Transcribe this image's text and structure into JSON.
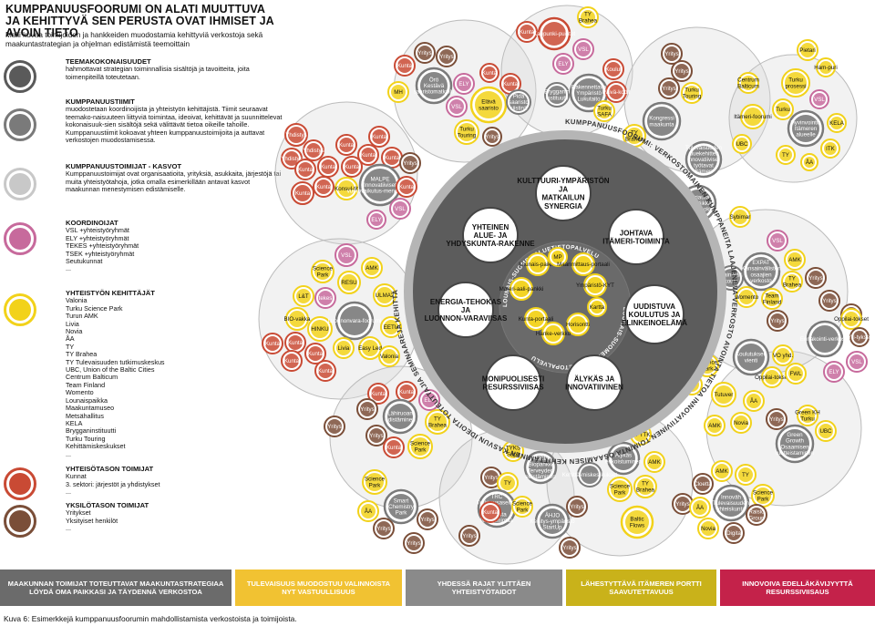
{
  "title": "KUMPPANUUSFOORUMI ON ALATI MUUTTUVA JA KEHITTYVÄ SEN PERUSTA OVAT IHMISET JA AVOIN TIETO",
  "intro": "Malli kuvaa toimijoiden ja hankkeiden muodostamia kehittyviä verkostoja sekä maakuntastrategian ja ohjelman edistämistä teemoittain",
  "legend": [
    {
      "heading": "TEEMAKOKONAISUUDET",
      "lines": [
        "hahmottavat strategian toiminnallisia sisältöjä ja tavoitteita, joita toimenpiteillä toteutetaan."
      ],
      "color": "#5a5a5a"
    },
    {
      "heading": "KUMPPANUUSTIIMIT",
      "lines": [
        "muodostetaan koordinoijista ja yhteistyön kehittäjistä. Tiimit seuraavat teemako-naisuuteen liittyviä toimintaa, ideoivat, kehittävät ja suunnittelevat kokonaisuuk-sien sisältöjä sekä välittävät tietoa oikeille tahoille. Kumppanuustiimit kokoavat yhteen kumppanuustoimijoita ja auttavat verkostojen muodostamisessa."
      ],
      "color": "#7a7a7a"
    },
    {
      "heading": "KUMPPANUUSTOIMIJAT - KASVOT",
      "lines": [
        "Kumppanuustoimijat ovat organisaatioita, yrityksiä, asukkaita, järjestöjä tai muita yhteistyötahoja, jotka omalla esimerkillään antavat kasvot maakunnan menestymisen edistämiselle."
      ],
      "color": "#c8c8c8"
    },
    {
      "heading": "KOORDINOIJAT",
      "lines": [
        "VSL +yhteistyöryhmät",
        "ELY +yhteistyöryhmät",
        "TEKES +yhteistyöryhmät",
        "TSEK +yhteistyöryhmät",
        "Seutukunnat",
        "..."
      ],
      "color": "#c76a9c"
    },
    {
      "heading": "YHTEISTYÖN KEHITTÄJÄT",
      "lines": [
        "Valonia",
        "Turku Science Park",
        "Turun AMK",
        "Livia",
        "Novia",
        "ÅA",
        "TY",
        "TY Brahea",
        "TY Tulevaisuuden tutkimuskeskus",
        "UBC, Union of the Baltic Cities",
        "Centrum Balticum",
        "Team Finland",
        "Womento",
        "Lounaispaikka",
        "Maakuntamuseo",
        "Metsähallitus",
        "KELA",
        "Brygganinstituutti",
        "Turku Touring",
        "Kehittämiskeskukset",
        "..."
      ],
      "color": "#f2d21a"
    },
    {
      "heading": "YHTEISÖTASON TOIMIJAT",
      "lines": [
        "Kunnat",
        "3. sektori: järjestöt ja yhdistykset",
        "..."
      ],
      "color": "#c94a34"
    },
    {
      "heading": "YKSILÖTASON TOIMIJAT",
      "lines": [
        "Yritykset",
        "Yksityiset henkilöt",
        "..."
      ],
      "color": "#7a4e38"
    }
  ],
  "hub": {
    "ring_label": "KUMPPANUUSFOORUMI:",
    "ring_words": [
      "VERKOSTOMAINEN",
      "KUMPPANEITA",
      "LAAJENEVA VERKOSTO",
      "AVOINTA TIETOA",
      "INNOVATIIVINEN",
      "TOIMINTA",
      "OSAAMISEN",
      "KEHITTÄMINEN",
      "KASVUN",
      "IDEOITA",
      "TOTEUTTAJIA",
      "SEMINAAREJA",
      "KEHITTÄMISHANKKEITA",
      "NÄKEMYKSIÄ",
      "VERKOSTOPALVELUA"
    ],
    "inner_ring": "LOUNAIS-SUOMEN ALUETIETOPALVELU",
    "themes": [
      "KULTTUURI-YMPÄRISTÖN JA MATKAILUN SYNERGIA",
      "JOHTAVA ITÄMERI-TOIMINTA",
      "UUDISTUVA KOULUTUS JA ELINKEINOELÄMÄ",
      "ÄLYKÄS JA INNOVATIIVINEN",
      "MONIPUOLISESTI RESURSSIVIISAS",
      "ENERGIA-TEHOKAS JA LUONNON-VARAVIISAS",
      "YHTEINEN ALUE- JA YHDYSKUNTA-RAKENNE"
    ],
    "inner_nodes": [
      "Lounais-paikka",
      "MP",
      "Maanmittaus-portaali",
      "Ympäristö-KYT",
      "Kartta",
      "Horisontti",
      "Hanke-verkko",
      "Kunta-portaali",
      "Materi-aali-pankki"
    ]
  },
  "bubbles": {
    "top_left": [
      "Yritys",
      "Yritys",
      "Kunta",
      "MH",
      "Örö Kestävä saaristomatkailu",
      "ELY",
      "Kunta",
      "Kunta",
      "VSL",
      "Elävä saaristo",
      "Pidä saaristo siistinä",
      "Turku Touring",
      "Yritys"
    ],
    "top_center": [
      "Kunta",
      "TY Brahea",
      "Kaupunki-puistot",
      "ELY",
      "VSL",
      "Koulut",
      "Brygganin instituutti",
      "Rakennettava Ympäristö Lukutaito",
      "Päivä-kodit",
      "Turku SAFA"
    ],
    "top_right": [
      "Yritys",
      "Yritys",
      "Yritys",
      "Turku Touring",
      "TY Brahea",
      "Kongressi maakunta",
      "Pietari",
      "Ham-puri",
      "Centrum Balticum",
      "Turku prosessi",
      "VSL",
      "Turku",
      "Itämeri-foorumi",
      "Hyvinvointia Itämeren alueelle",
      "KELA",
      "UBC",
      "TY",
      "ÅA",
      "ITK",
      "Tulevaisuuden aluekehitten innovatiiviset työtavat Itämeri",
      "Meriaura Logistiikka energia-tehokkuus",
      "Sybimar"
    ],
    "left": [
      "Yhdistys",
      "Yhdistys",
      "Yhdistys",
      "Kunta",
      "Kunta",
      "Kunta",
      "Kunta",
      "Kunta",
      "Kunta",
      "Kunta",
      "Konsul-tit",
      "Kunta",
      "MALPE Innovatiiviset vuorovaikutus-menetelmät",
      "Yritys",
      "Kunta",
      "Kunta",
      "VSL",
      "ELY"
    ],
    "mid_left": [
      "VSL",
      "Science Park",
      "AMK",
      "RESU",
      "tekes",
      "L&T",
      "BIO-vakka",
      "HINKU",
      "ULMA2",
      "Luonnonvara-foorumi",
      "Kunta",
      "EETU",
      "Kunta",
      "Livia",
      "Easy Led",
      "Valonia",
      "Kunta",
      "Kunta",
      "Kunta"
    ],
    "bottom_left": [
      "Kunta",
      "Kunta",
      "Lähiruoan edistäminen",
      "ELY",
      "Yritys",
      "Yritys",
      "TY Brahea",
      "Yritys",
      "Kunta",
      "Science Park",
      "Science Park",
      "Smart Chemistry Park",
      "ÅA",
      "Yritys",
      "Yritys",
      "Yritys"
    ],
    "bottom_center": [
      "TYKS Sapa",
      "AURIA Biopankki Terveyden edistäminen",
      "Yritys",
      "TY",
      "TRC Tutkimusaseista ja ideoista liiketoimintaa",
      "Science Park",
      "Kunta",
      "ÅHJO Kehitys-ympäristö StartUp",
      "Yritys",
      "Yritys",
      "Yritys"
    ],
    "bottom_right": [
      "TY TTK",
      "Älykäs erikoistuminen",
      "AMK",
      "Kehittä-miskes-kukset",
      "Science Park",
      "TY Brahea",
      "Cloetta",
      "AMK",
      "TY",
      "Innoväh Tulevaisuuden yhteiskunta",
      "Science Park",
      "Yritys",
      "Baltic Flows",
      "ÅA",
      "Novia",
      "Digita",
      "Raisio Group",
      "Tutuver",
      "ÅA",
      "AMK",
      "Novia",
      "Koulutuksen vienti",
      "Green Growth Osaamisen tuotteistaminen",
      "Green KH Turku",
      "UBC",
      "Yritys"
    ],
    "right": [
      "Kansain-välinen koulu",
      "VSL",
      "AMK",
      "EXPAT Kansainvälisten osaajien verkosto",
      "TY Brahea",
      "Womento",
      "Team Finland",
      "Yritys",
      "Yritys",
      "Yritys",
      "Yritys",
      "Oppilai-tokset",
      "Ennakointi-verkosto",
      "Yri-tykset",
      "VO yhd.",
      "Oppilai-tokset",
      "FWL",
      "ELY",
      "VSL",
      "Science Park",
      "TY"
    ]
  },
  "footer": [
    {
      "text": "MAAKUNNAN TOIMIJAT TOTEUTTAVAT MAAKUNTASTRATEGIAA LÖYDÄ OMA PAIKKASI JA TÄYDENNÄ VERKOSTOA",
      "color": "#6b6b6b"
    },
    {
      "text": "TULEVAISUUS MUODOSTUU VALINNOISTA NYT VASTUULLISUUS",
      "color": "#f1c232"
    },
    {
      "text": "YHDESSÄ RAJAT YLITTÄEN YHTEISTYÖTAIDOT",
      "color": "#8a8a8a"
    },
    {
      "text": "LÄHESTYTTÄVÄ ITÄMEREN PORTTI SAAVUTETTAVUUS",
      "color": "#c9b21a"
    },
    {
      "text": "INNOVOIVA EDELLÄKÄVIJYYTTÄ RESURSSIVIISAUS",
      "color": "#c4224a"
    }
  ],
  "caption": "Kuva 6: Esimerkkejä kumppanuusfoorumin mahdollistamista verkostoista ja toimijoista.",
  "colors": {
    "kunta": "#c94a34",
    "yritys": "#7a4e38",
    "kehittaja": "#f2d21a",
    "koordinoija": "#c76a9c",
    "tiimi": "#7a7a7a",
    "teema": "#5a5a5a",
    "toimija": "#c8c8c8",
    "teal": "#4fb3bf"
  }
}
